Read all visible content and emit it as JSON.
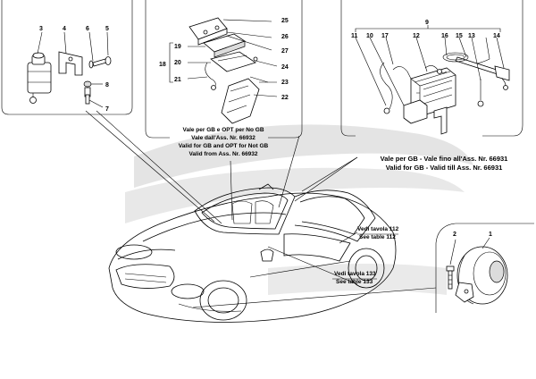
{
  "numbers": {
    "n1": "1",
    "n2": "2",
    "n3": "3",
    "n4": "4",
    "n5": "5",
    "n6": "6",
    "n7": "7",
    "n8": "8",
    "n9": "9",
    "n10": "10",
    "n11": "11",
    "n12": "12",
    "n13": "13",
    "n14": "14",
    "n15": "15",
    "n16": "16",
    "n17": "17",
    "n18": "18",
    "n19": "19",
    "n20": "20",
    "n21": "21",
    "n22": "22",
    "n23": "23",
    "n24": "24",
    "n25": "25",
    "n26": "26",
    "n27": "27",
    "m1": "1",
    "m2": "2"
  },
  "notes": {
    "center_line1": "Vale per GB e OPT per No GB",
    "center_line2": "Vale dall'Ass. Nr. 66932",
    "center_line3": "Valid for GB and OPT for Not GB",
    "center_line4": "Valid from Ass. Nr. 66932",
    "right_line1": "Vale per GB - Vale fino all'Ass. Nr. 66931",
    "right_line2": "Valid for GB - Valid till Ass. Nr. 66931",
    "table112_line1": "Vedi tavola 112",
    "table112_line2": "See table 112",
    "table133_line1": "Vedi tavola 133",
    "table133_line2": "See table 133"
  }
}
